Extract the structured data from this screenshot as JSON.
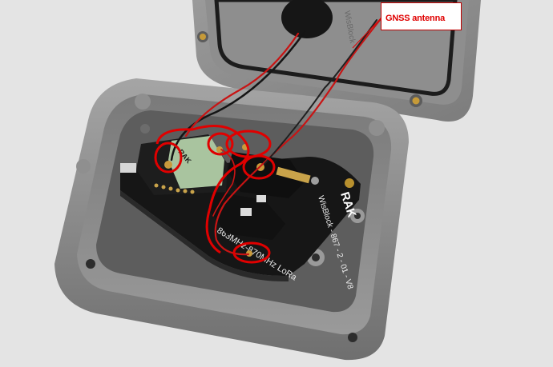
{
  "callout": {
    "label": "GNSS antenna"
  },
  "board": {
    "module_brand": "RAK",
    "board_brand": "RAK",
    "board_model": "WisBlock - 867 - 2 - 01 - V8",
    "band_text": "863MHz-870MHz LoRa",
    "lid_text": "WisBlock"
  },
  "colors": {
    "annotation_red": "#e00000",
    "enclosure_gray": "#8a8a8a",
    "pcb_black": "#161616",
    "module_green": "#a9c49f",
    "wire_black": "#151515",
    "wire_red": "#c81414"
  }
}
